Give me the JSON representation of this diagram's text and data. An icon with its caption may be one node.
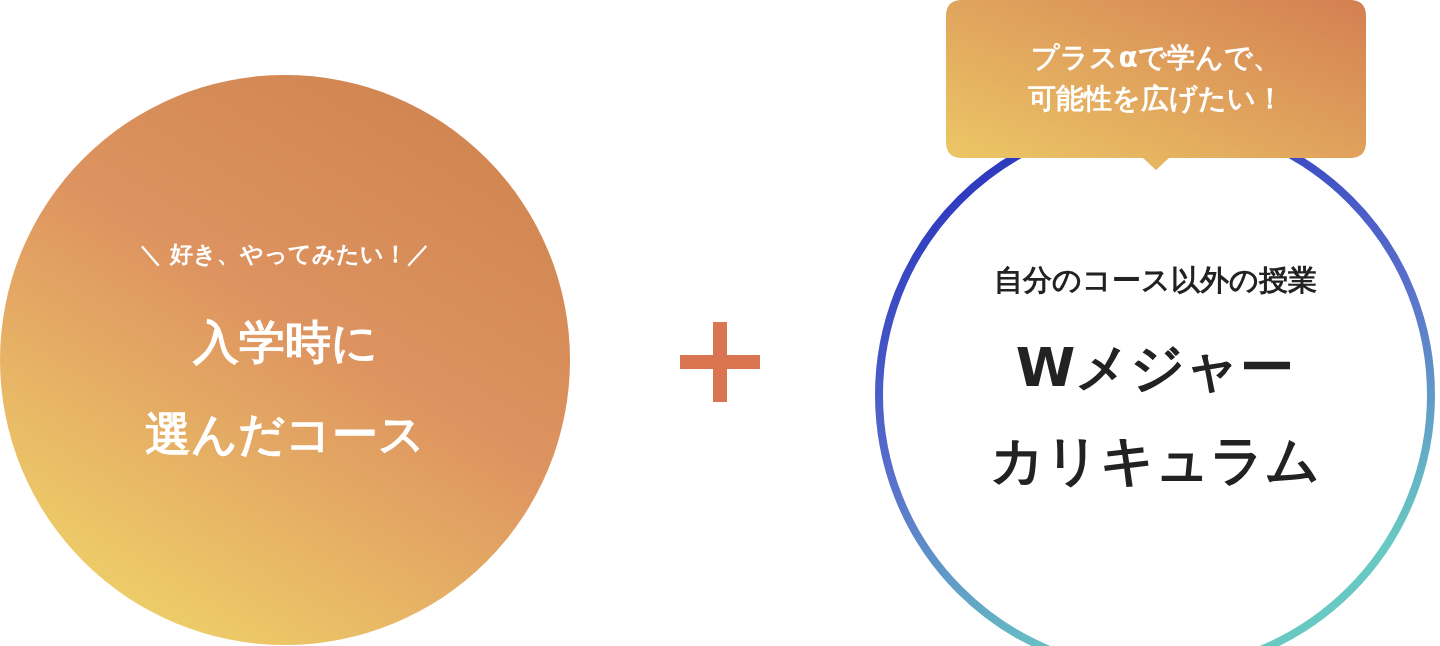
{
  "diagram": {
    "nodes": [
      {
        "text": [
          "＼ 好き、やってみたい！／",
          "入学時に選んだコース"
        ]
      },
      {
        "text": [
          "自分のコース以外の授業",
          "Wメジャーカリキュラム"
        ]
      },
      {
        "text": [
          "プラスαで学んで、可能性を広げたい！"
        ]
      }
    ]
  }
}
